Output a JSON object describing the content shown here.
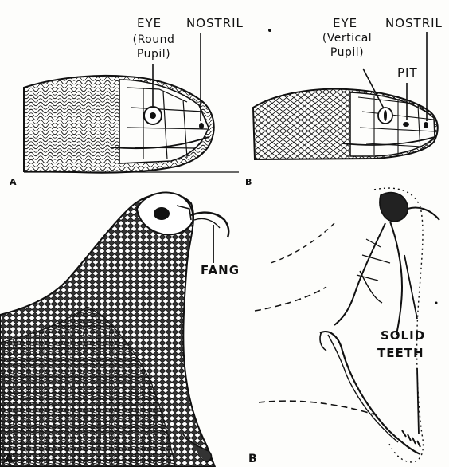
{
  "top_left": {
    "eye_label": "EYE",
    "pupil_line1": "(Round",
    "pupil_line2": "Pupil)",
    "nostril_label": "NOSTRIL",
    "panel_letter": "A"
  },
  "top_right": {
    "eye_label": "EYE",
    "pupil_line1": "(Vertical",
    "pupil_line2": "Pupil)",
    "nostril_label": "NOSTRIL",
    "pit_label": "PIT",
    "panel_letter": "B"
  },
  "bottom_left": {
    "fang_label": "FANG",
    "panel_letter": "A"
  },
  "bottom_right": {
    "teeth_line1": "SOLID",
    "teeth_line2": "TEETH",
    "panel_letter": "B"
  },
  "colors": {
    "ink": "#111111",
    "paper": "#fdfdfb"
  }
}
